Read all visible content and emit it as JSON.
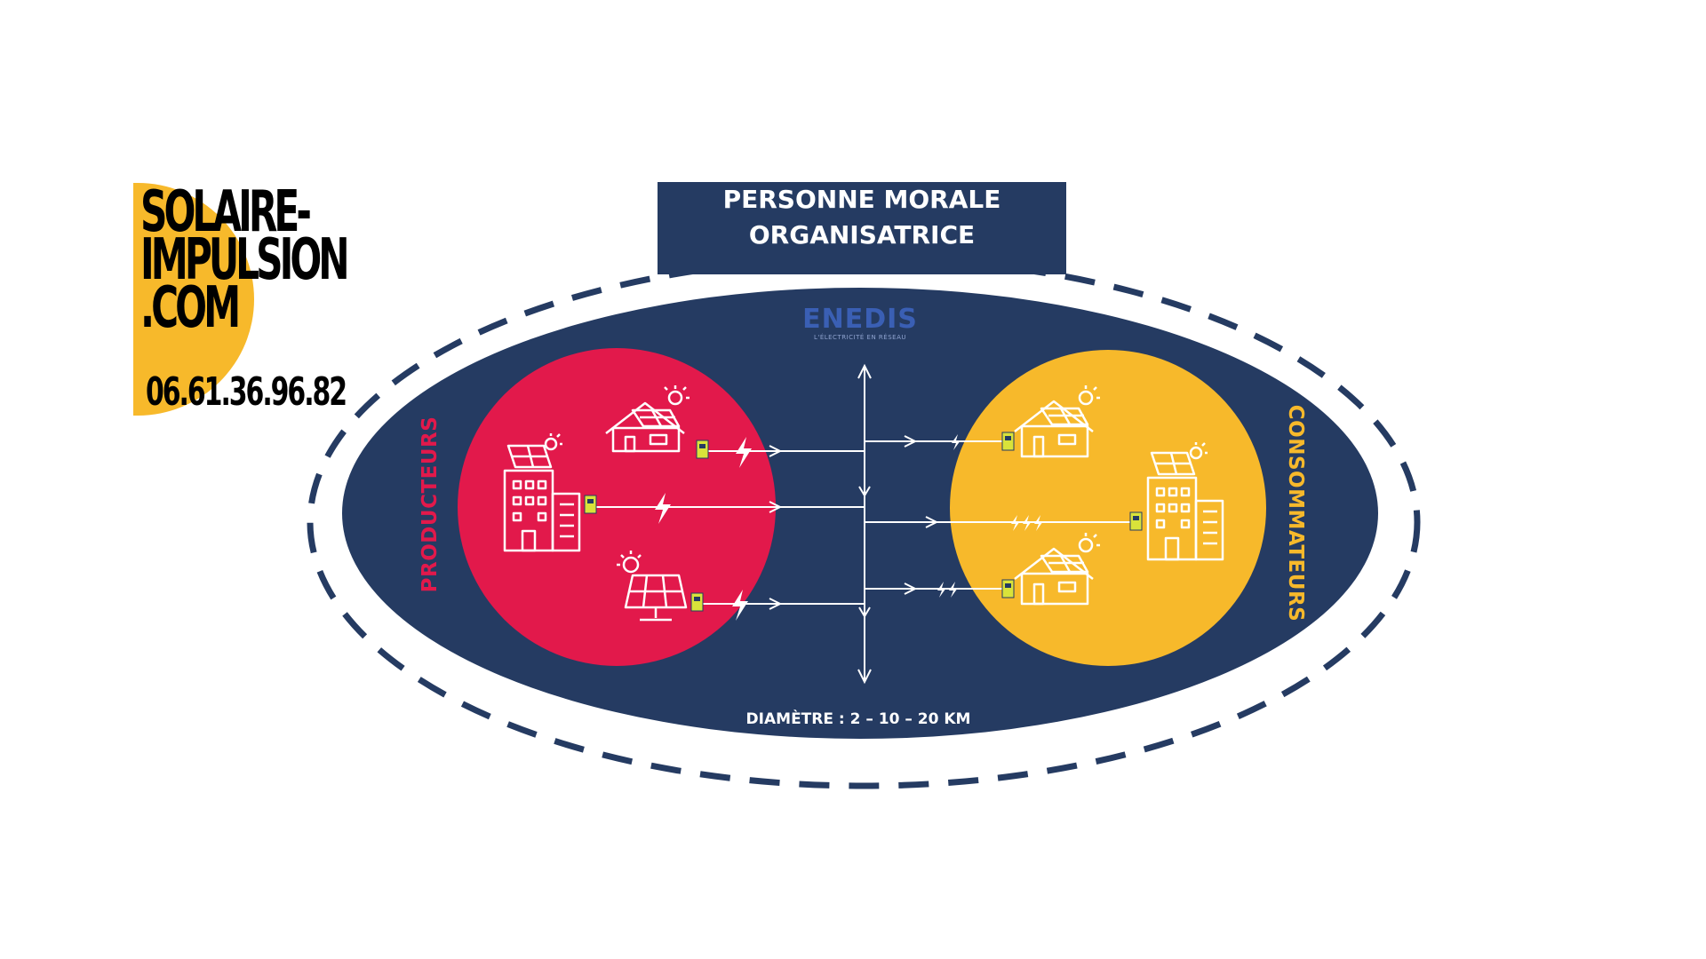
{
  "brand": {
    "line1": "SOLAIRE-",
    "line2": "IMPULSION",
    "line3": ".COM",
    "phone": "06.61.36.96.82"
  },
  "organizer": {
    "line1": "PERSONNE MORALE",
    "line2": "ORGANISATRICE"
  },
  "grid_operator": {
    "name": "ENEDIS",
    "tagline": "L'ÉLECTRICITÉ EN RÉSEAU"
  },
  "producers_label": "PRODUCTEURS",
  "consumers_label": "CONSOMMATEURS",
  "diameter_label": "DIAMÈTRE : 2 – 10 – 20 KM",
  "colors": {
    "navy": "#253b62",
    "producers": "#e2194b",
    "consumers": "#f7b92b",
    "meter": "#d9e33a",
    "line": "#ffffff"
  },
  "icons": {
    "producers": [
      "house-solar-icon",
      "building-solar-icon",
      "solar-panel-icon"
    ],
    "consumers": [
      "house-solar-icon",
      "building-solar-icon",
      "house-solar-icon"
    ],
    "meter": "meter-icon",
    "energy": "lightning-icon"
  }
}
